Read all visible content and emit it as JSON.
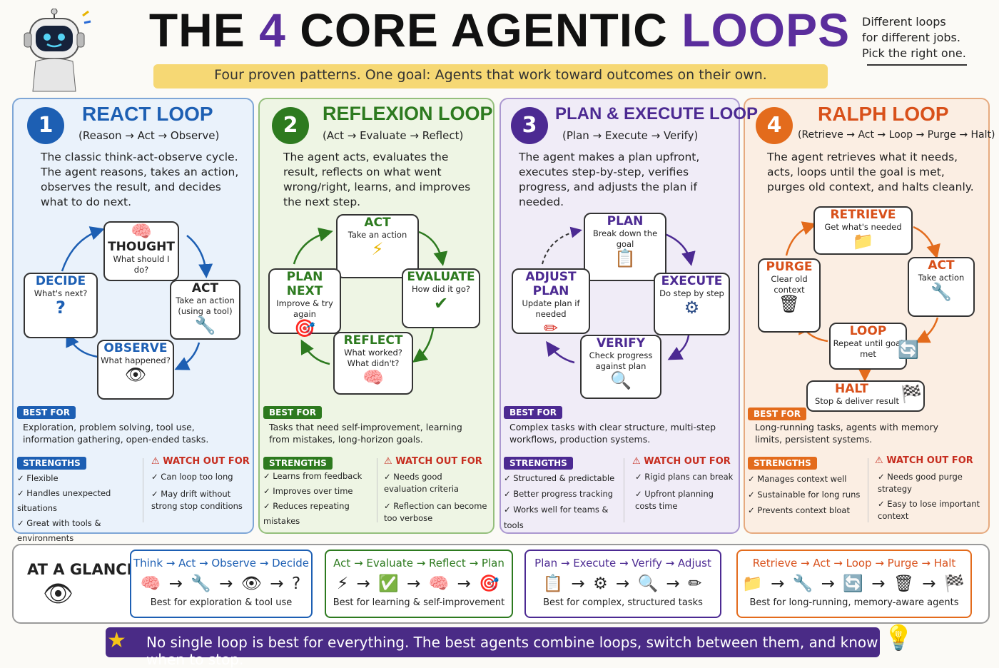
{
  "header": {
    "title_a": "THE ",
    "title_num": "4",
    "title_b": " CORE AGENTIC ",
    "title_c": "LOOPS",
    "subtitle": "Four proven patterns. One goal: Agents that work toward outcomes on their own.",
    "side_note": [
      "Different loops",
      "for different jobs.",
      "Pick the right one."
    ]
  },
  "colors": {
    "blue": "#1d5fb3",
    "green": "#2d7a1f",
    "purple": "#4c2a92",
    "orange": "#e36b1c"
  },
  "panels": [
    {
      "num": "1",
      "title": "REACT LOOP",
      "sub": "(Reason → Act → Observe)",
      "desc": "The classic think-act-observe cycle. The agent reasons, takes an action, observes the result, and decides what to do next.",
      "nodes": [
        {
          "title": "THOUGHT",
          "sub": "What should I do?",
          "icon": "🧠"
        },
        {
          "title": "ACT",
          "sub": "Take an action (using a tool)",
          "icon": "🔧"
        },
        {
          "title": "OBSERVE",
          "sub": "What happened?",
          "icon": "👁"
        },
        {
          "title": "DECIDE",
          "sub": "What's next?",
          "icon": "?"
        }
      ],
      "best_label": "BEST FOR",
      "best": "Exploration, problem solving, tool use, information gathering, open-ended tasks.",
      "strengths_label": "STRENGTHS",
      "strengths": [
        "Flexible",
        "Handles unexpected situations",
        "Great with tools & environments"
      ],
      "watch_label": "WATCH OUT FOR",
      "watch": [
        "Can loop too long",
        "May drift without strong stop conditions"
      ]
    },
    {
      "num": "2",
      "title": "REFLEXION LOOP",
      "sub": "(Act → Evaluate → Reflect)",
      "desc": "The agent acts, evaluates the result, reflects on what went wrong/right, learns, and improves the next step.",
      "nodes": [
        {
          "title": "ACT",
          "sub": "Take an action",
          "icon": "⚡"
        },
        {
          "title": "EVALUATE",
          "sub": "How did it go?",
          "icon": "✔"
        },
        {
          "title": "REFLECT",
          "sub": "What worked? What didn't?",
          "icon": "🧠"
        },
        {
          "title": "PLAN NEXT",
          "sub": "Improve & try again",
          "icon": "🎯"
        }
      ],
      "best_label": "BEST FOR",
      "best": "Tasks that need self-improvement, learning from mistakes, long-horizon goals.",
      "strengths_label": "STRENGTHS",
      "strengths": [
        "Learns from feedback",
        "Improves over time",
        "Reduces repeating mistakes"
      ],
      "watch_label": "WATCH OUT FOR",
      "watch": [
        "Needs good evaluation criteria",
        "Reflection can become too verbose"
      ]
    },
    {
      "num": "3",
      "title": "PLAN & EXECUTE LOOP",
      "sub": "(Plan → Execute → Verify)",
      "desc": "The agent makes a plan upfront, executes step-by-step, verifies progress, and adjusts the plan if needed.",
      "nodes": [
        {
          "title": "PLAN",
          "sub": "Break down the goal",
          "icon": "📋"
        },
        {
          "title": "EXECUTE",
          "sub": "Do step by step",
          "icon": "⚙"
        },
        {
          "title": "VERIFY",
          "sub": "Check progress against plan",
          "icon": "🔍"
        },
        {
          "title": "ADJUST PLAN",
          "sub": "Update plan if needed",
          "icon": "✏"
        }
      ],
      "best_label": "BEST FOR",
      "best": "Complex tasks with clear structure, multi-step workflows, production systems.",
      "strengths_label": "STRENGTHS",
      "strengths": [
        "Structured & predictable",
        "Better progress tracking",
        "Works well for teams & tools"
      ],
      "watch_label": "WATCH OUT FOR",
      "watch": [
        "Rigid plans can break",
        "Upfront planning costs time"
      ]
    },
    {
      "num": "4",
      "title": "RALPH LOOP",
      "sub": "(Retrieve → Act → Loop → Purge → Halt)",
      "desc": "The agent retrieves what it needs, acts, loops until the goal is met, purges old context, and halts cleanly.",
      "nodes": [
        {
          "title": "RETRIEVE",
          "sub": "Get   what's needed",
          "icon": "📁"
        },
        {
          "title": "ACT",
          "sub": "Take action",
          "icon": "🔧"
        },
        {
          "title": "LOOP",
          "sub": "Repeat until goal met",
          "icon": "🔄"
        },
        {
          "title": "PURGE",
          "sub": "Clear old context",
          "icon": "🗑"
        },
        {
          "title": "HALT",
          "sub": "Stop & deliver result",
          "icon": "🏁"
        }
      ],
      "best_label": "BEST FOR",
      "best": "Long-running tasks, agents with memory limits, persistent systems.",
      "strengths_label": "STRENGTHS",
      "strengths": [
        "Manages context well",
        "Sustainable for long runs",
        "Prevents context bloat"
      ],
      "watch_label": "WATCH OUT FOR",
      "watch": [
        "Needs good purge strategy",
        "Easy to lose important context"
      ]
    }
  ],
  "glance": {
    "title": "AT A GLANCE",
    "boxes": [
      {
        "seq": "Think → Act → Observe → Decide",
        "icons": "🧠 → 🔧 → 👁 → ?",
        "cap": "Best for exploration & tool use"
      },
      {
        "seq": "Act  →  Evaluate → Reflect → Plan",
        "icons": "⚡ → ✅ → 🧠 → 🎯",
        "cap": "Best for learning & self-improvement"
      },
      {
        "seq": "Plan → Execute → Verify → Adjust",
        "icons": "📋 → ⚙ → 🔍 → ✏",
        "cap": "Best for complex, structured tasks"
      },
      {
        "seq": "Retrieve → Act → Loop → Purge → Halt",
        "icons": "📁 → 🔧 → 🔄 → 🗑 → 🏁",
        "cap": "Best for long-running, memory-aware agents"
      }
    ]
  },
  "footer": "No single loop is best for everything. The best agents combine loops, switch between them, and know when to stop."
}
